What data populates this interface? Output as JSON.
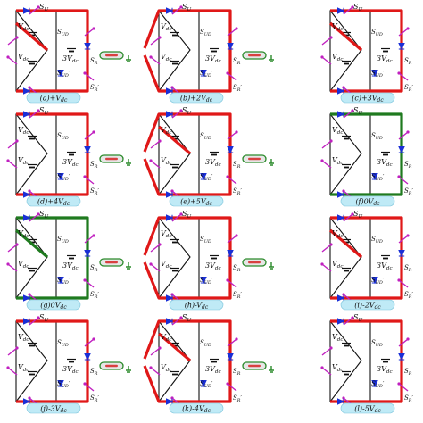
{
  "panels": [
    {
      "id": "a",
      "caption": "(a)+V",
      "sub": "dc",
      "path": "red"
    },
    {
      "id": "b",
      "caption": "(b)+2V",
      "sub": "dc",
      "path": "red"
    },
    {
      "id": "c",
      "caption": "(c)+3V",
      "sub": "dc",
      "path": "red"
    },
    {
      "id": "d",
      "caption": "(d)+4V",
      "sub": "dc",
      "path": "red"
    },
    {
      "id": "e",
      "caption": "(e)+5V",
      "sub": "dc",
      "path": "red"
    },
    {
      "id": "f",
      "caption": "(f)0V",
      "sub": "dc",
      "path": "green"
    },
    {
      "id": "g",
      "caption": "(g)0V",
      "sub": "dc",
      "path": "green"
    },
    {
      "id": "h",
      "caption": "(h)-V",
      "sub": "dc",
      "path": "red"
    },
    {
      "id": "i",
      "caption": "(i)-2V",
      "sub": "dc",
      "path": "red"
    },
    {
      "id": "j",
      "caption": "(j)-3V",
      "sub": "dc",
      "path": "red"
    },
    {
      "id": "k",
      "caption": "(k)-4V",
      "sub": "dc",
      "path": "red"
    },
    {
      "id": "l",
      "caption": "(l)-5V",
      "sub": "dc",
      "path": "red"
    }
  ],
  "labels": {
    "s_u": "S",
    "s_u_sub": "U",
    "s_ud": "S",
    "s_ud_sub": "UD",
    "s_r": "S",
    "s_r_sub": "R",
    "prime": "′",
    "vdc": "V",
    "vdc_sub": "dc",
    "three_vdc": "3V",
    "three_vdc_sub": "dc"
  },
  "colors": {
    "active_path_red": "#e01818",
    "active_path_green": "#1f7a1f",
    "switch_arrow": "#c020c0",
    "diode": "#1a2fd6",
    "caption_bg": "#bfeaf6",
    "wire": "#111111"
  }
}
